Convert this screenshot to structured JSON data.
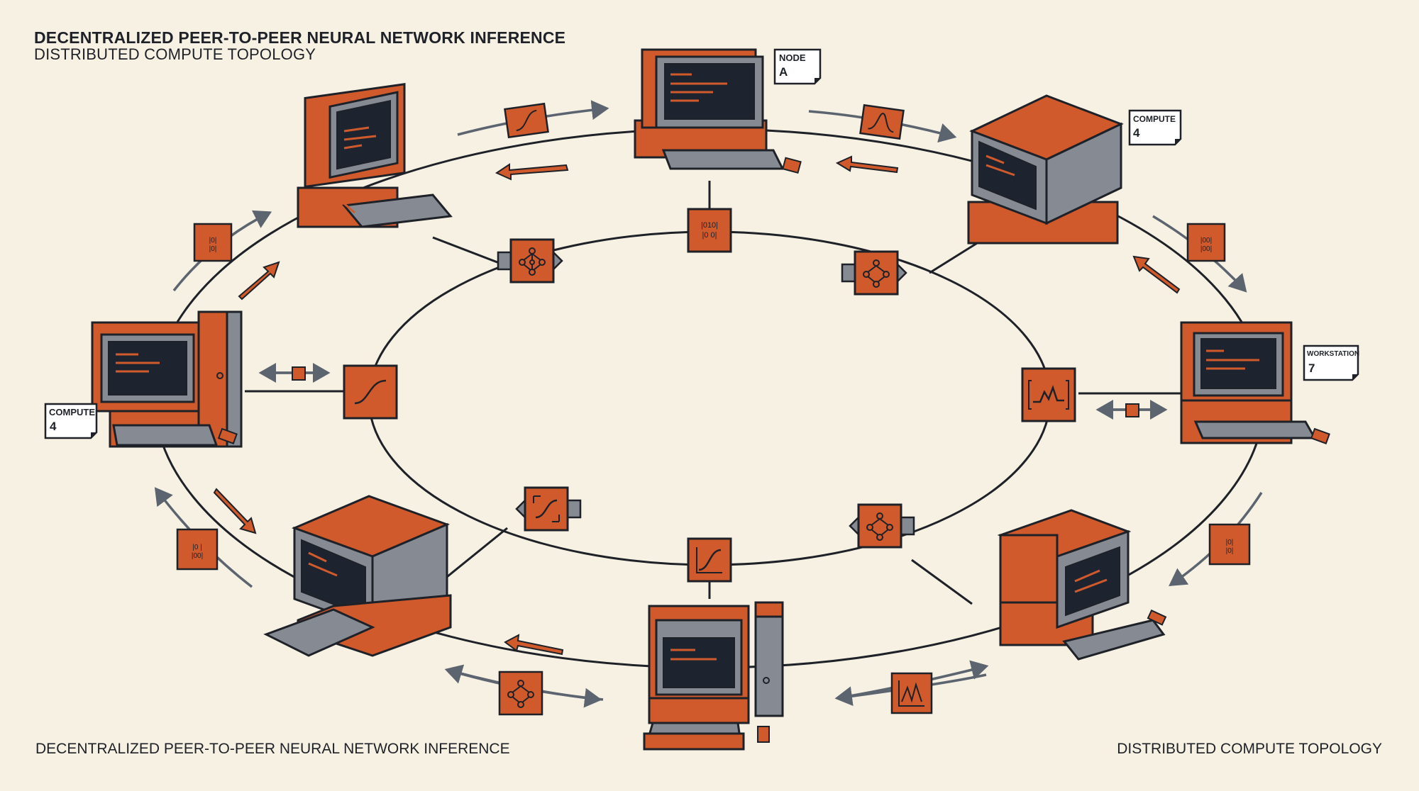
{
  "header": {
    "title": "DECENTRALIZED PEER-TO-PEER NEURAL NETWORK INFERENCE",
    "subtitle": "DISTRIBUTED COMPUTE TOPOLOGY"
  },
  "footer": {
    "left": "DECENTRALIZED PEER-TO-PEER NEURAL NETWORK INFERENCE",
    "right": "DISTRIBUTED COMPUTE TOPOLOGY"
  },
  "nodes": [
    {
      "id": "top-left",
      "label": null
    },
    {
      "id": "top",
      "label": [
        "NODE",
        "A"
      ]
    },
    {
      "id": "top-right",
      "label": [
        "COMPUTE",
        "4"
      ]
    },
    {
      "id": "right",
      "label": [
        "WORKSTATION",
        "7"
      ]
    },
    {
      "id": "bottom-right",
      "label": null
    },
    {
      "id": "bottom",
      "label": null
    },
    {
      "id": "bottom-left",
      "label": null
    },
    {
      "id": "left",
      "label": [
        "COMPUTE",
        "4"
      ]
    }
  ],
  "colors": {
    "background": "#f6f1e3",
    "accent_orange": "#d05a2c",
    "chassis_gray": "#868b93",
    "screen_dark": "#1d2430",
    "line": "#1e2127"
  },
  "icons": [
    "neural-network-icon",
    "sigmoid-curve-icon",
    "binary-data-icon",
    "waveform-icon",
    "bell-curve-icon"
  ]
}
